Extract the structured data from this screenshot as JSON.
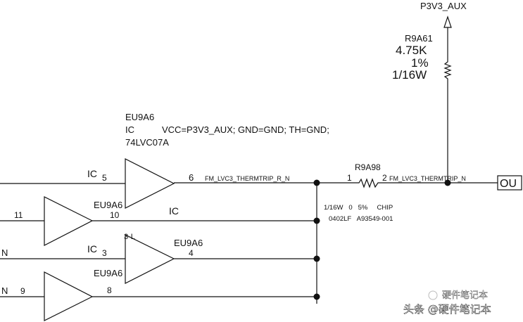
{
  "power_rail": {
    "label": "P3V3_AUX"
  },
  "resistor_pullup": {
    "ref": "R9A61",
    "value": "4.75K",
    "tolerance": "1%",
    "power": "1/16W"
  },
  "ic_header": {
    "ref": "EU9A6",
    "type": "IC",
    "power_note": "VCC=P3V3_AUX; GND=GND; TH=GND;",
    "part": "74LVC07A"
  },
  "buffers": [
    {
      "in_label": "IC",
      "in_pin": "5",
      "out_pin": "6"
    },
    {
      "in_pin": "11",
      "ref": "EU9A6",
      "out_pin": "10",
      "out_label": "IC"
    },
    {
      "in_label": "IC",
      "in_pin": "3",
      "ref": "EU9A6",
      "out_pin": "4",
      "partial_label": "3-L"
    },
    {
      "in_pin": "9",
      "ref": "EU9A6",
      "out_pin": "8"
    }
  ],
  "left_net_fragments": [
    "N",
    "N"
  ],
  "nets": {
    "net_r": "FM_LVC3_THERMTRIP_R_N",
    "net_out": "FM_LVC3_THERMTRIP_N"
  },
  "resistor_series": {
    "ref": "R9A98",
    "pin1": "1",
    "pin2": "2",
    "spec": "1/16W   0   5%     CHIP",
    "footprint": "0402LF   A93549-001"
  },
  "offpage_connector": {
    "label": "OU"
  },
  "watermark": {
    "text1": "硬件笔记本",
    "text2": "头条 @硬件笔记本"
  }
}
